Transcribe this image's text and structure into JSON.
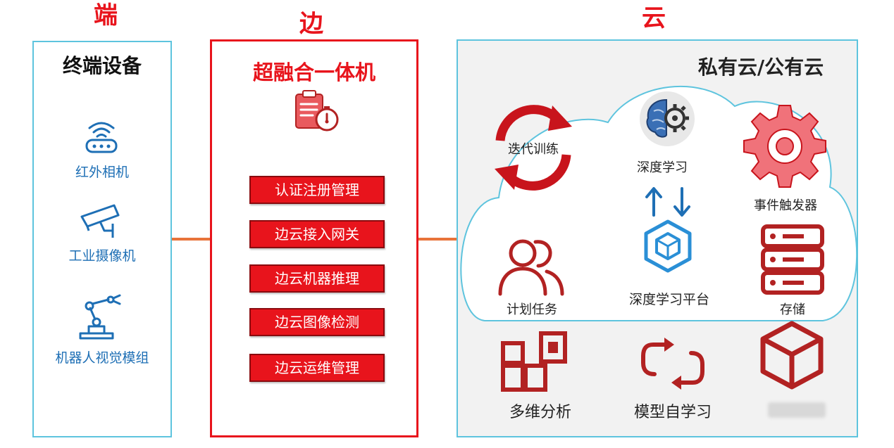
{
  "columns": {
    "device": {
      "title": "端",
      "panel_title": "终端设备",
      "items": [
        "红外相机",
        "工业摄像机",
        "机器人视觉模组"
      ]
    },
    "edge": {
      "title": "边",
      "panel_title": "超融合一体机",
      "items": [
        "认证注册管理",
        "边云接入网关",
        "边云机器推理",
        "边云图像检测",
        "边云运维管理"
      ]
    },
    "cloud": {
      "title": "云",
      "panel_title": "私有云/公有云",
      "items": {
        "iterative_training": "迭代训练",
        "deep_learning": "深度学习",
        "event_trigger": "事件触发器",
        "plan_task": "计划任务",
        "dl_platform": "深度学习平台",
        "storage": "存储",
        "multi_analysis": "多维分析",
        "model_self_learning": "模型自学习"
      }
    }
  },
  "colors": {
    "red": "#e8141c",
    "dark_red": "#b22222",
    "blue": "#1e6fb5",
    "cyan_border": "#5ec4de",
    "connector": "#e8733a"
  },
  "icons": [
    "wifi-router-icon",
    "security-camera-icon",
    "robot-arm-icon",
    "clipboard-timer-icon",
    "cycle-arrows-icon",
    "brain-gear-icon",
    "gear-icon",
    "up-down-arrows-icon",
    "cube-icon",
    "users-icon",
    "server-icon",
    "grid-apps-icon",
    "refresh-icon",
    "box-icon"
  ]
}
